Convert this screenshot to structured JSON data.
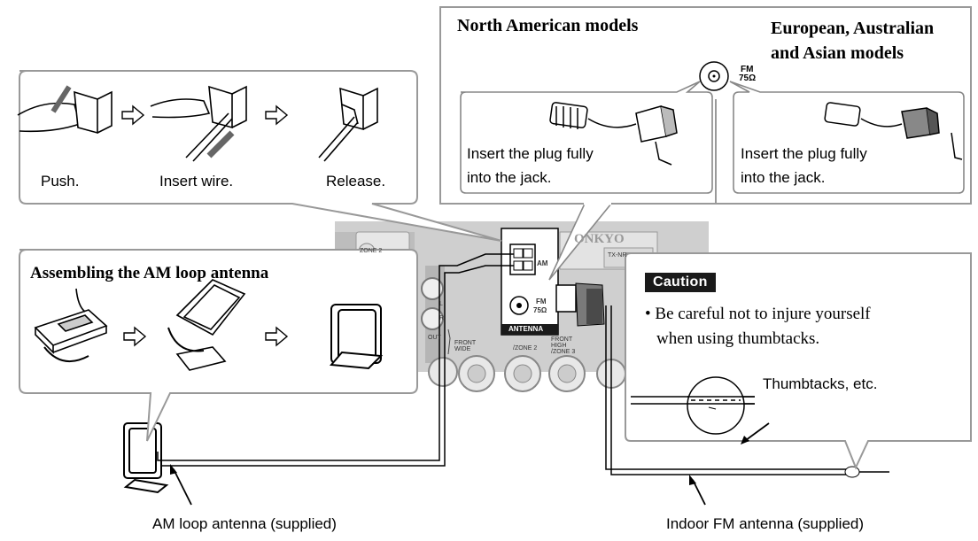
{
  "top_panel": {
    "na_title": "North American models",
    "eu_title": "European, Australian\nand Asian models",
    "na_instruction": "Insert the plug fully\ninto the jack.",
    "eu_instruction": "Insert the plug fully\ninto the jack.",
    "fm_label": "FM",
    "fm_ohm": "75Ω"
  },
  "wire_steps": {
    "push": "Push.",
    "insert": "Insert wire.",
    "release": "Release."
  },
  "am_assembly": {
    "title": "Assembling the AM loop antenna"
  },
  "receiver": {
    "am_label": "AM",
    "fm_label": "FM",
    "fm_ohm": "75Ω",
    "antenna_label": "ANTENNA",
    "brand": "ONKYO",
    "model": "TX-NR",
    "labels": [
      "ZONE 2",
      "FRONT WIDE",
      "/ZONE 2",
      "FRONT HIGH /ZONE 3",
      "L",
      "R",
      "OUT"
    ]
  },
  "caution": {
    "badge": "Caution",
    "text_line1": "• Be careful not to injure yourself",
    "text_line2": "when using thumbtacks.",
    "thumbtacks_label": "Thumbtacks, etc."
  },
  "captions": {
    "am_antenna": "AM loop antenna (supplied)",
    "fm_antenna": "Indoor FM antenna (supplied)"
  }
}
